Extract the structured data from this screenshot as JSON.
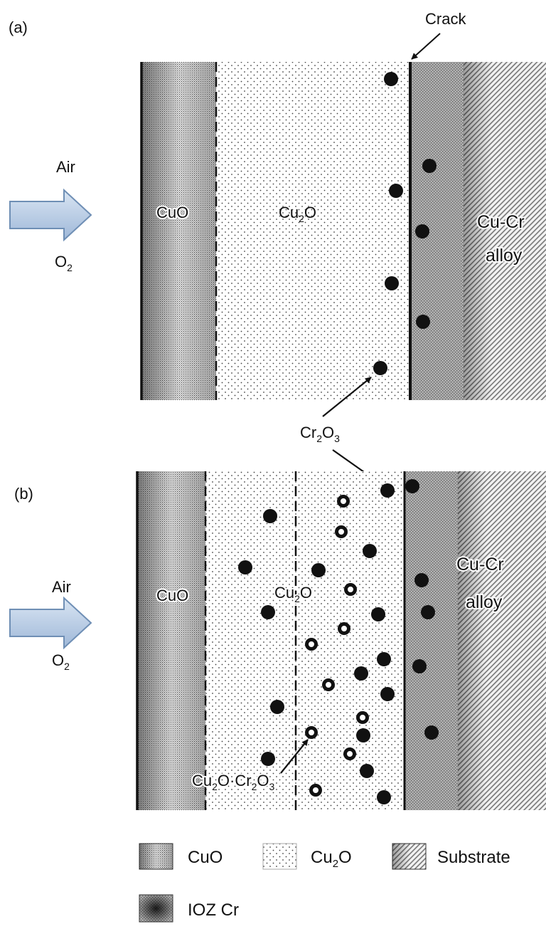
{
  "panel_a": {
    "label": "(a)",
    "crack_label": "Crack",
    "air_label": "Air",
    "o2_label": "O",
    "o2_sub": "2",
    "cuo_label": "CuO",
    "cu2o_label_a": "Cu",
    "cu2o_label_sub": "2",
    "cu2o_label_b": "O",
    "alloy_label_1": "Cu-Cr",
    "alloy_label_2": "alloy"
  },
  "shared": {
    "cr2o3_a": "Cr",
    "cr2o3_sub1": "2",
    "cr2o3_b": "O",
    "cr2o3_sub2": "3"
  },
  "panel_b": {
    "label": "(b)",
    "air_label": "Air",
    "o2_label": "O",
    "o2_sub": "2",
    "cuo_label": "CuO",
    "cu2o_label_a": "Cu",
    "cu2o_label_sub": "2",
    "cu2o_label_b": "O",
    "alloy_label_1": "Cu-Cr",
    "alloy_label_2": "alloy",
    "mixed_a": "Cu",
    "mixed_sub1": "2",
    "mixed_b": "O·Cr",
    "mixed_sub2": "2",
    "mixed_c": "O",
    "mixed_sub3": "3"
  },
  "legend": {
    "cuo": "CuO",
    "cu2o_a": "Cu",
    "cu2o_sub": "2",
    "cu2o_b": "O",
    "substrate": "Substrate",
    "ioz": "IOZ Cr"
  },
  "colors": {
    "arrow_fill": "#b7cbe4",
    "arrow_stroke": "#6f8fb5",
    "particle": "#111111"
  }
}
